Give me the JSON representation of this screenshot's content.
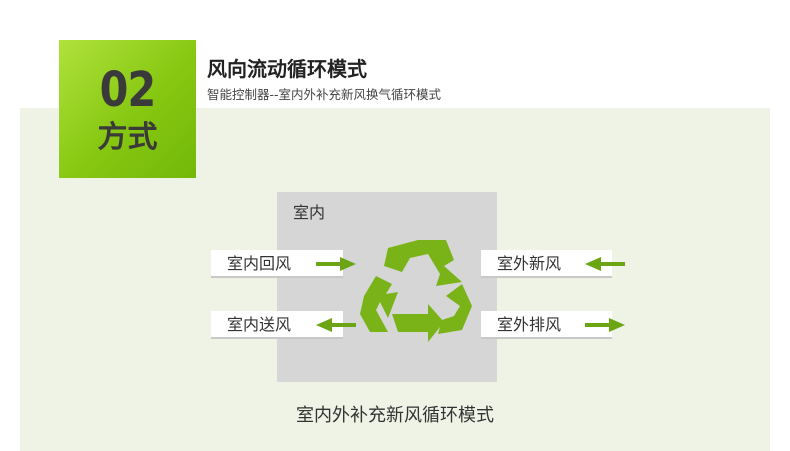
{
  "badge": {
    "number": "02",
    "word": "方式"
  },
  "header": {
    "title": "风向流动循环模式",
    "subtitle": "智能控制器--室内外补充新风换气循环模式"
  },
  "diagram": {
    "room_label": "室内",
    "center_icon": "recycle-icon",
    "flows": {
      "indoor_return": "室内回风",
      "indoor_supply": "室内送风",
      "outdoor_fresh": "室外新风",
      "outdoor_exhaust": "室外排风"
    },
    "caption": "室内外补充新风循环模式"
  },
  "colors": {
    "accent_green": "#7ab317",
    "badge_light": "#b0e23c",
    "panel_bg": "#eef3e6",
    "room_gray": "#d6d6d6"
  }
}
